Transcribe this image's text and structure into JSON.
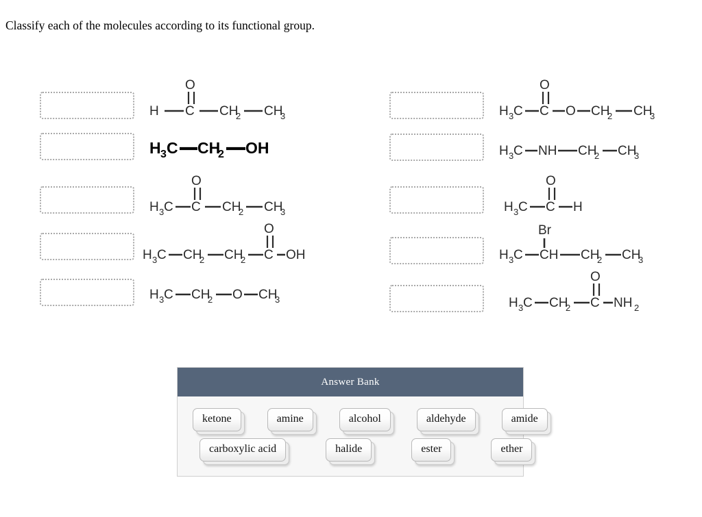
{
  "prompt": "Classify each of the molecules according to its functional group.",
  "columns": {
    "left": [
      {
        "id": "mol-1",
        "formula": "H—C(=O)—CH2—CH3",
        "name": "propanal",
        "answer_placeholder": "",
        "labels": [
          "H",
          "C",
          "CH",
          "2",
          "CH",
          "3",
          "O"
        ]
      },
      {
        "id": "mol-2",
        "formula": "H3C—CH2—OH",
        "name": "ethanol",
        "answer_placeholder": "",
        "labels": [
          "H",
          "3",
          "C",
          "CH",
          "2",
          "OH"
        ]
      },
      {
        "id": "mol-3",
        "formula": "H3C—C(=O)—CH2—CH3",
        "name": "butan-2-one",
        "answer_placeholder": "",
        "labels": [
          "H",
          "3",
          "C",
          "C",
          "CH",
          "2",
          "CH",
          "3",
          "O"
        ]
      },
      {
        "id": "mol-4",
        "formula": "H3C—CH2—CH2—C(=O)—OH",
        "name": "butanoic acid",
        "answer_placeholder": "",
        "labels": [
          "H",
          "3",
          "C",
          "CH",
          "2",
          "CH",
          "2",
          "C",
          "OH",
          "O"
        ]
      },
      {
        "id": "mol-5",
        "formula": "H3C—CH2—O—CH3",
        "name": "ethyl methyl ether",
        "answer_placeholder": "",
        "labels": [
          "H",
          "3",
          "C",
          "CH",
          "2",
          "O",
          "CH",
          "3"
        ]
      }
    ],
    "right": [
      {
        "id": "mol-6",
        "formula": "H3C—C(=O)—O—CH2—CH3",
        "name": "ethyl acetate",
        "answer_placeholder": "",
        "labels": [
          "H",
          "3",
          "C",
          "C",
          "O",
          "CH",
          "2",
          "CH",
          "3",
          "O"
        ]
      },
      {
        "id": "mol-7",
        "formula": "H3C—NH—CH2—CH3",
        "name": "N-methylethanamine",
        "answer_placeholder": "",
        "labels": [
          "H",
          "3",
          "C",
          "NH",
          "CH",
          "2",
          "CH",
          "3"
        ]
      },
      {
        "id": "mol-8",
        "formula": "H3C—C(=O)—H",
        "name": "acetaldehyde",
        "answer_placeholder": "",
        "labels": [
          "H",
          "3",
          "C",
          "C",
          "H",
          "O"
        ]
      },
      {
        "id": "mol-9",
        "formula": "H3C—CH(Br)—CH2—CH3",
        "name": "2-bromobutane",
        "answer_placeholder": "",
        "labels": [
          "H",
          "3",
          "C",
          "CH",
          "CH",
          "2",
          "CH",
          "3",
          "Br"
        ]
      },
      {
        "id": "mol-10",
        "formula": "H3C—CH2—C(=O)—NH2",
        "name": "propanamide",
        "answer_placeholder": "",
        "labels": [
          "H",
          "3",
          "C",
          "CH",
          "2",
          "C",
          "NH",
          "2",
          "O"
        ]
      }
    ]
  },
  "answer_bank": {
    "title": "Answer Bank",
    "rows": [
      [
        "ketone",
        "amine",
        "alcohol",
        "aldehyde",
        "amide"
      ],
      [
        "carboxylic acid",
        "halide",
        "ester",
        "ether"
      ]
    ]
  },
  "colors": {
    "bank_header": "#55657a",
    "bank_body": "#f7f7f7",
    "bank_border": "#cfcfcf",
    "dropzone_border": "#a8a8a8",
    "atom_text": "#2b2b2b",
    "page_background": "#ffffff"
  }
}
